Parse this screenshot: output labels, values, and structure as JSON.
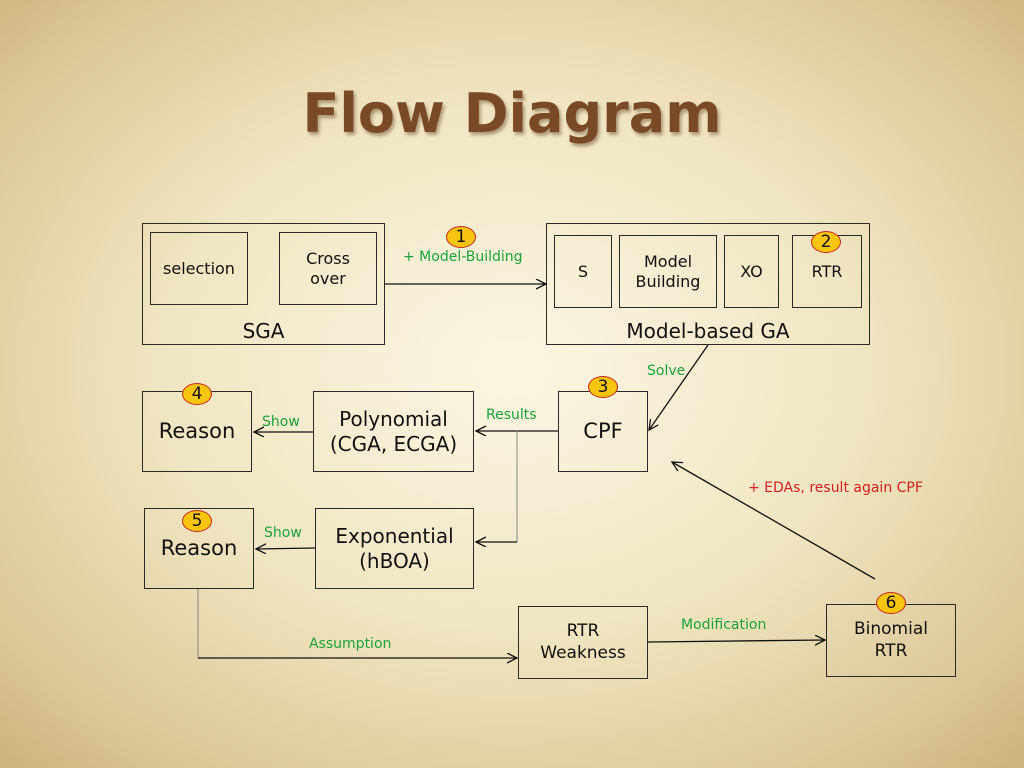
{
  "title": "Flow Diagram",
  "sga": {
    "label": "SGA",
    "selection": "selection",
    "crossover": "Cross\nover"
  },
  "model_ga": {
    "label": "Model-based GA",
    "s": "S",
    "model_building": "Model\nBuilding",
    "xo": "XO",
    "rtr": "RTR"
  },
  "cpf": "CPF",
  "polynomial": "Polynomial\n(CGA, ECGA)",
  "exponential": "Exponential\n(hBOA)",
  "reason_4": "Reason",
  "reason_5": "Reason",
  "rtr_weakness": "RTR\nWeakness",
  "binomial_rtr": "Binomial\nRTR",
  "edge_labels": {
    "model_building": "+ Model-Building",
    "solve": "Solve",
    "results": "Results",
    "show_1": "Show",
    "show_2": "Show",
    "assumption": "Assumption",
    "modification": "Modification",
    "edas": "+ EDAs, result again CPF"
  },
  "badges": [
    "1",
    "2",
    "3",
    "4",
    "5",
    "6"
  ]
}
